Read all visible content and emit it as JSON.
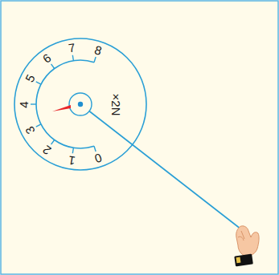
{
  "diagram": {
    "labels": [
      "0",
      "1",
      "2",
      "3",
      "4",
      "5",
      "6",
      "7",
      "8",
      "×2N"
    ]
  }
}
